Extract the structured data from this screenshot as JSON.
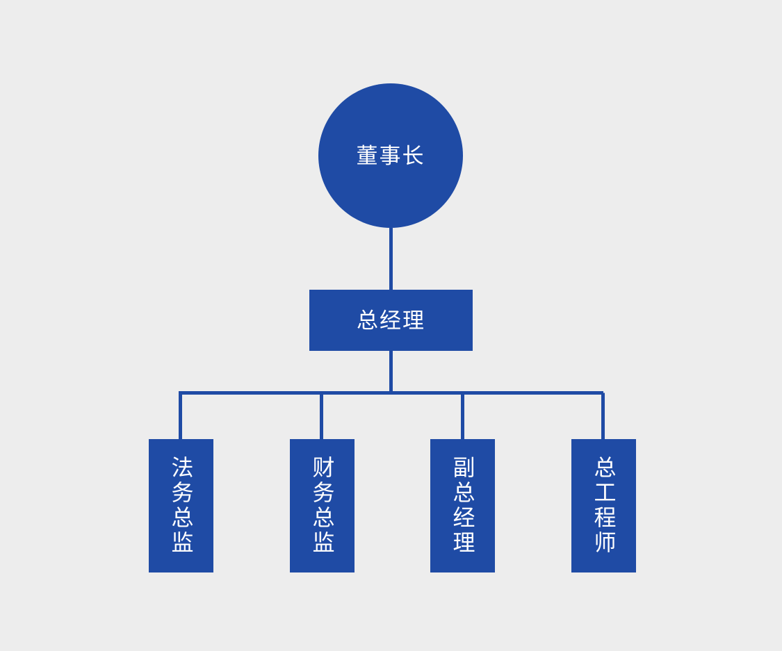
{
  "chart_data": {
    "type": "diagram",
    "diagram_type": "organization-chart",
    "title": "",
    "colors": {
      "background": "#ededed",
      "node_fill": "#1f4ba5",
      "node_text": "#ffffff",
      "connector": "#1f4ba5"
    },
    "nodes": [
      {
        "id": "chairman",
        "label": "董事长",
        "shape": "circle",
        "level": 0
      },
      {
        "id": "gm",
        "label": "总经理",
        "shape": "rectangle",
        "level": 1
      },
      {
        "id": "leaf-0",
        "label": "法务总监",
        "shape": "rectangle-vertical",
        "level": 2
      },
      {
        "id": "leaf-1",
        "label": "财务总监",
        "shape": "rectangle-vertical",
        "level": 2
      },
      {
        "id": "leaf-2",
        "label": "副总经理",
        "shape": "rectangle-vertical",
        "level": 2
      },
      {
        "id": "leaf-3",
        "label": "总工程师",
        "shape": "rectangle-vertical",
        "level": 2
      }
    ],
    "edges": [
      {
        "from": "chairman",
        "to": "gm"
      },
      {
        "from": "gm",
        "to": "leaf-0"
      },
      {
        "from": "gm",
        "to": "leaf-1"
      },
      {
        "from": "gm",
        "to": "leaf-2"
      },
      {
        "from": "gm",
        "to": "leaf-3"
      }
    ]
  },
  "chart": {
    "root": {
      "label": "董事长"
    },
    "manager": {
      "label": "总经理"
    },
    "leaves": [
      {
        "label": "法务总监"
      },
      {
        "label": "财务总监"
      },
      {
        "label": "副总经理"
      },
      {
        "label": "总工程师"
      }
    ]
  }
}
